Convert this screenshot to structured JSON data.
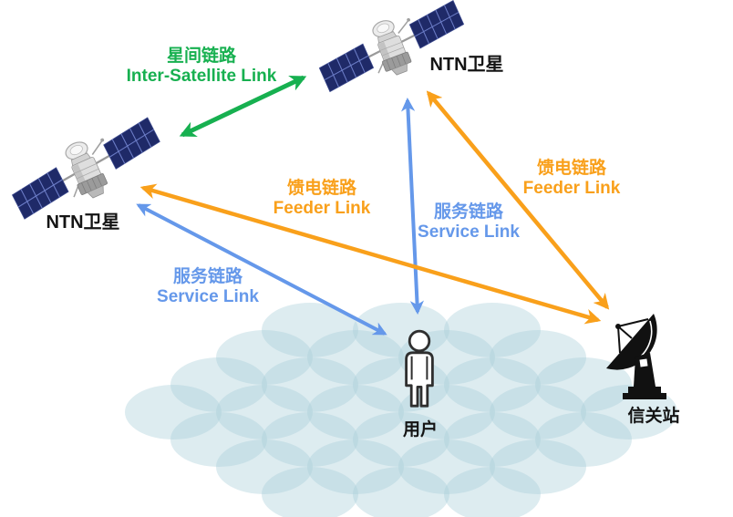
{
  "colors": {
    "green": "#17b050",
    "orange": "#f9a01b",
    "blue": "#6598ea",
    "coverage": "#a9cfda",
    "ink": "#141414",
    "panel": "#1f2a68"
  },
  "nodes": {
    "satellite_top": {
      "label": "NTN卫星",
      "icon": "satellite-icon"
    },
    "satellite_left": {
      "label": "NTN卫星",
      "icon": "satellite-icon"
    },
    "user": {
      "label": "用户",
      "icon": "person-icon"
    },
    "gateway": {
      "label": "信关站",
      "icon": "dish-antenna-icon"
    }
  },
  "links": [
    {
      "id": "inter-satellite-link",
      "label_zh": "星间链路",
      "label_en": "Inter-Satellite Link",
      "color": "green",
      "from": "satellite_left",
      "to": "satellite_top",
      "bidirectional": true
    },
    {
      "id": "feeder-link-left-sat",
      "label_zh": "馈电链路",
      "label_en": "Feeder Link",
      "color": "orange",
      "from": "satellite_left",
      "to": "gateway",
      "bidirectional": true
    },
    {
      "id": "feeder-link-top-sat",
      "label_zh": "馈电链路",
      "label_en": "Feeder Link",
      "color": "orange",
      "from": "satellite_top",
      "to": "gateway",
      "bidirectional": true
    },
    {
      "id": "service-link-left-sat",
      "label_zh": "服务链路",
      "label_en": "Service Link",
      "color": "blue",
      "from": "satellite_left",
      "to": "user",
      "bidirectional": true
    },
    {
      "id": "service-link-top-sat",
      "label_zh": "服务链路",
      "label_en": "Service Link",
      "color": "blue",
      "from": "satellite_top",
      "to": "user",
      "bidirectional": true
    }
  ]
}
